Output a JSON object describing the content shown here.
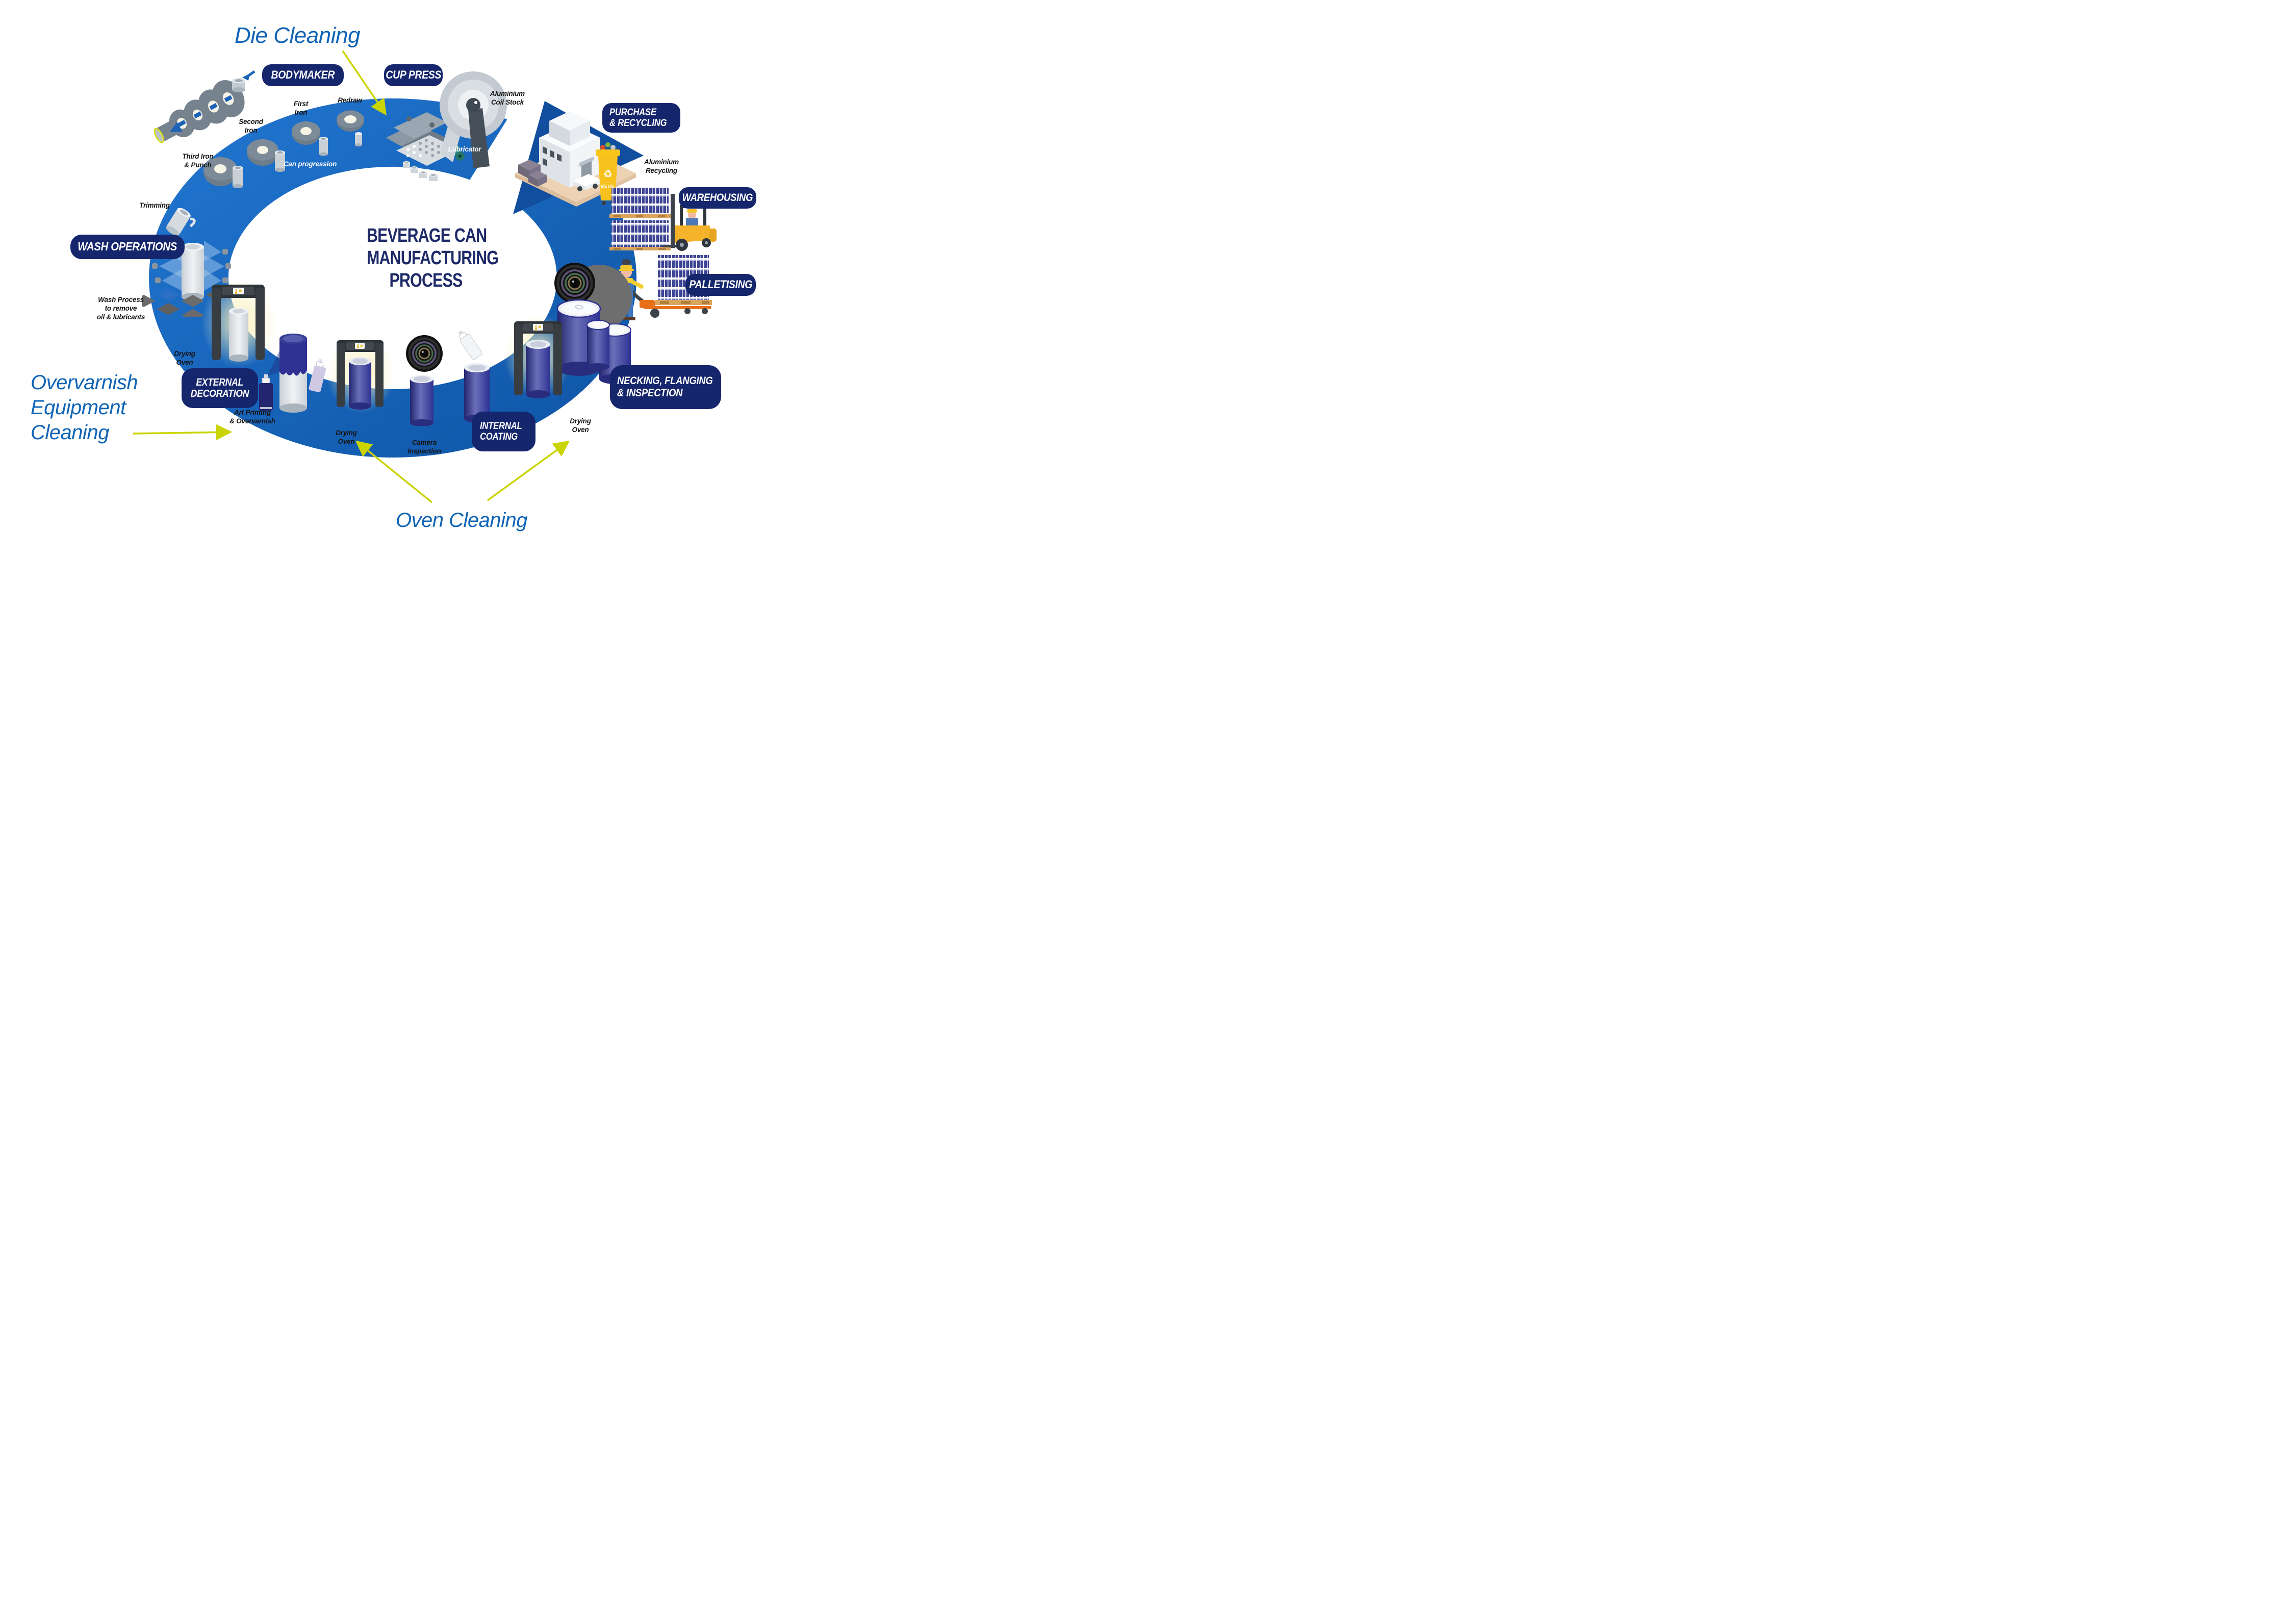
{
  "title": {
    "lines": [
      "BEVERAGE CAN",
      "MANUFACTURING",
      "PROCESS"
    ]
  },
  "annotations": {
    "die_cleaning": "Die Cleaning",
    "overvarnish_lines": [
      "Overvarnish",
      "Equipment",
      "Cleaning"
    ],
    "oven_cleaning": "Oven Cleaning"
  },
  "badges": {
    "bodymaker": "BODYMAKER",
    "cup_press": "CUP PRESS",
    "purchase_recycling": [
      "PURCHASE",
      "& RECYCLING"
    ],
    "warehousing": "WAREHOUSING",
    "palletising": "PALLETISING",
    "necking": [
      "NECKING, FLANGING",
      "& INSPECTION"
    ],
    "internal_coating": [
      "INTERNAL",
      "COATING"
    ],
    "external_decoration": [
      "EXTERNAL",
      "DECORATION"
    ],
    "wash_operations": "WASH OPERATIONS"
  },
  "labels": {
    "second_iron": [
      "Second",
      "Iron"
    ],
    "first_iron": [
      "First",
      "Iron"
    ],
    "redraw": "Redraw",
    "third_iron_punch": [
      "Third Iron",
      "& Punch"
    ],
    "trimming": "Trimming",
    "can_progression": "Can progression",
    "aluminium_coil_stock": [
      "Aluminium",
      "Coil Stock"
    ],
    "lubricator": "Lubricator",
    "aluminium_recycling": [
      "Aluminium",
      "Recycling"
    ],
    "wash_process": [
      "Wash Process",
      "to remove",
      "oil & lubricants"
    ],
    "drying_oven_left": [
      "Drying",
      "Oven"
    ],
    "art_printing": [
      "Art Printing",
      "& Overvarnish"
    ],
    "drying_oven_mid": [
      "Drying",
      "Oven"
    ],
    "camera_inspection": [
      "Camera",
      "Inspection"
    ],
    "drying_oven_right": [
      "Drying",
      "Oven"
    ],
    "metal_bin": "METAL",
    "lens_markings": "ZOOM LENS 17-55 MM 1:2.8 IS USM Ø 77 MM LENS MADE IN JAPAN"
  },
  "icons": {
    "recycle_icon": "♻"
  },
  "colors": {
    "ring_blue": "#1763b8",
    "ring_blue_light": "#2277d2",
    "badge_navy": "#16266d",
    "title_navy": "#1e2a68",
    "annotation_blue": "#1064b5",
    "arrow_yellow_green": "#c9d400",
    "can_navy": "#2e3192",
    "machine_gray": "#76828e",
    "oven_dark": "#383d42",
    "glow_yellow": "#f6eec7",
    "bin_yellow": "#f7c11e",
    "forklift_yellow": "#f5b32b",
    "pallet_tan": "#d9a55e"
  }
}
